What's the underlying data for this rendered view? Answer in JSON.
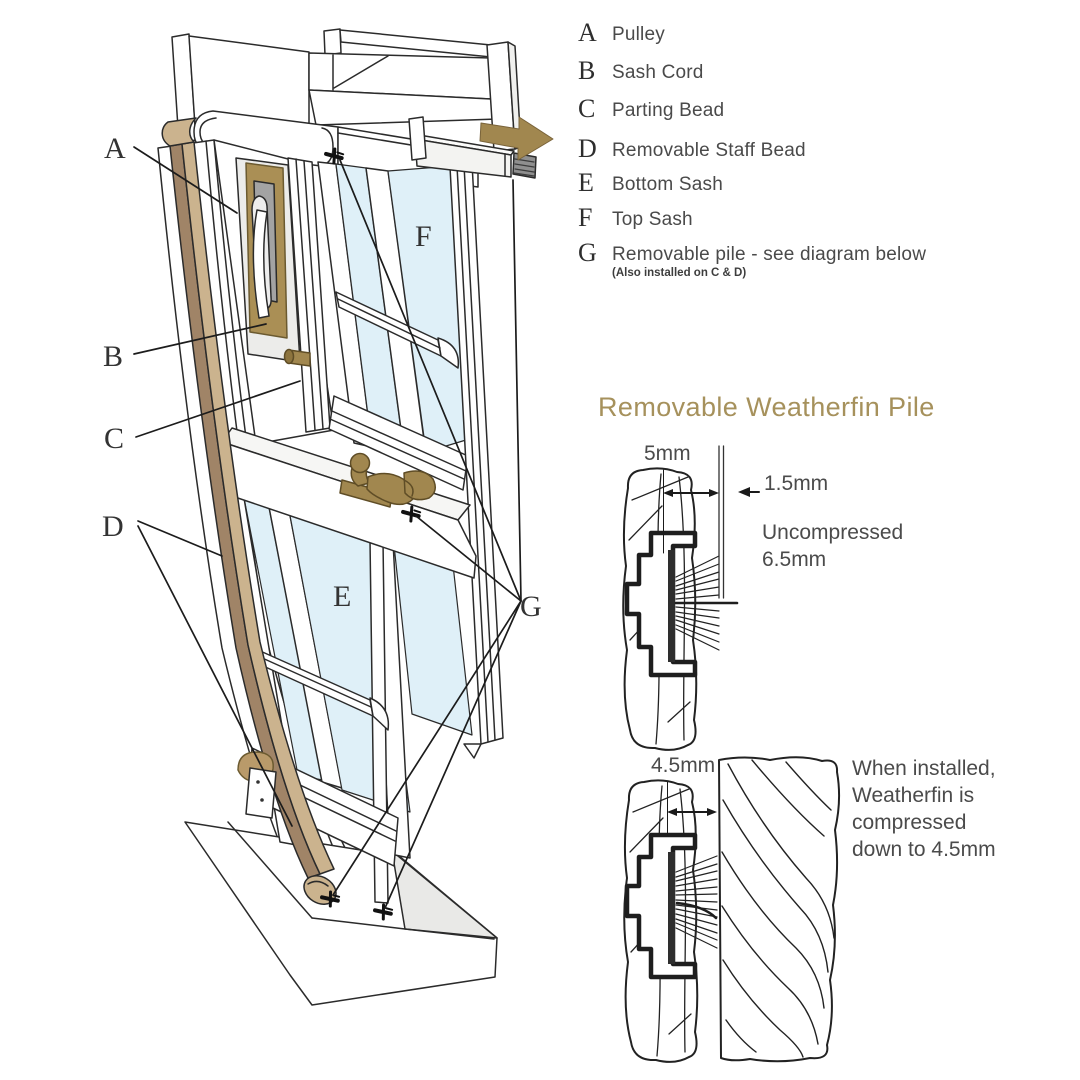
{
  "palette": {
    "heading_accent": "#a6915c",
    "wood_light": "#cbb38e",
    "wood_dark": "#a08467",
    "hardware_gold": "#a1874f",
    "glass_blue": "#dff0f8",
    "line": "#2b2b2b",
    "text_gray": "#4a4a4a"
  },
  "legend": {
    "items": [
      {
        "letter": "A",
        "label": "Pulley"
      },
      {
        "letter": "B",
        "label": "Sash Cord"
      },
      {
        "letter": "C",
        "label": "Parting Bead"
      },
      {
        "letter": "D",
        "label": "Removable Staff Bead"
      },
      {
        "letter": "E",
        "label": "Bottom Sash"
      },
      {
        "letter": "F",
        "label": "Top Sash"
      },
      {
        "letter": "G",
        "label": "Removable pile - see diagram below"
      }
    ],
    "note": "(Also installed on C & D)"
  },
  "diagram": {
    "letters": {
      "a": "A",
      "b": "B",
      "c": "C",
      "d": "D",
      "e": "E",
      "f": "F",
      "g": "G"
    }
  },
  "detail": {
    "title": "Removable Weatherfin Pile",
    "top": {
      "dim_width": "5mm",
      "dim_gap": "1.5mm",
      "note_line1": "Uncompressed",
      "note_line2": "6.5mm"
    },
    "bottom": {
      "dim_width": "4.5mm",
      "note_lines": [
        "When installed,",
        "Weatherfin is",
        "compressed",
        "down to 4.5mm"
      ]
    }
  }
}
